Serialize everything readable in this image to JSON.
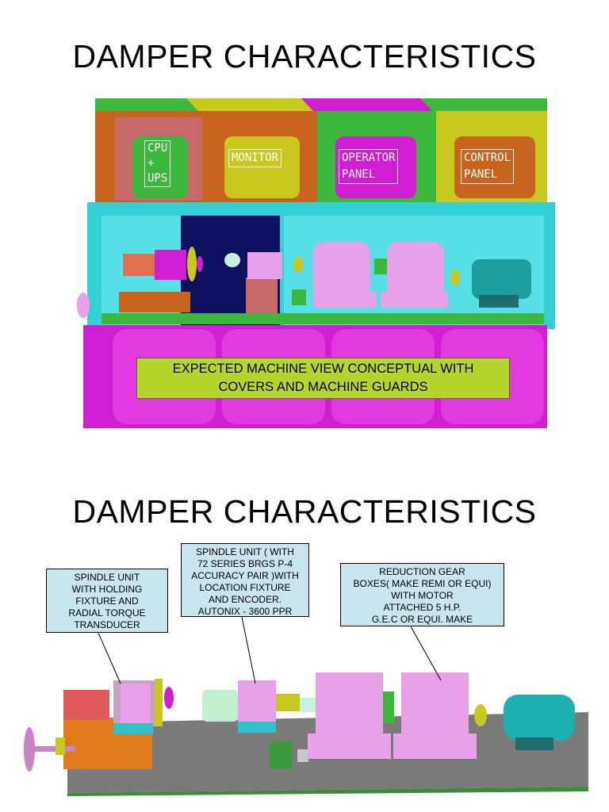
{
  "slide1": {
    "title": "DAMPER CHARACTERISTICS",
    "panels": {
      "cpu": "CPU\n+\nUPS",
      "monitor": "MONITOR",
      "operator": "OPERATOR\nPANEL",
      "control": "CONTROL\nPANEL"
    },
    "caption_line1": "EXPECTED MACHINE VIEW CONCEPTUAL WITH",
    "caption_line2": "COVERS AND MACHINE GUARDS"
  },
  "slide2": {
    "title": "DAMPER CHARACTERISTICS",
    "callouts": {
      "spindle_holding": "SPINDLE UNIT\nWITH HOLDING\nFIXTURE AND\nRADIAL TORQUE\nTRANSDUCER",
      "spindle_encoder": "SPINDLE UNIT ( WITH\n72 SERIES BRGS P-4\nACCURACY PAIR )WITH\nLOCATION FIXTURE\nAND ENCODER.\nAUTONIX - 3600 PPR",
      "reduction_gear": "REDUCTION GEAR\nBOXES( MAKE REMI OR EQUI)\nWITH MOTOR\nATTACHED 5 H.P.\nG.E.C OR EQUI. MAKE"
    }
  },
  "colors": {
    "magenta": "#d21ed2",
    "cyan": "#33d0d8",
    "green": "#3cb83c",
    "olive": "#c8c81e",
    "orange": "#c8641e",
    "pink": "#e8a0e8",
    "teal": "#1e9e9e",
    "caption_bg": "#b5d52e",
    "callout_bg": "#c9e6ee"
  }
}
